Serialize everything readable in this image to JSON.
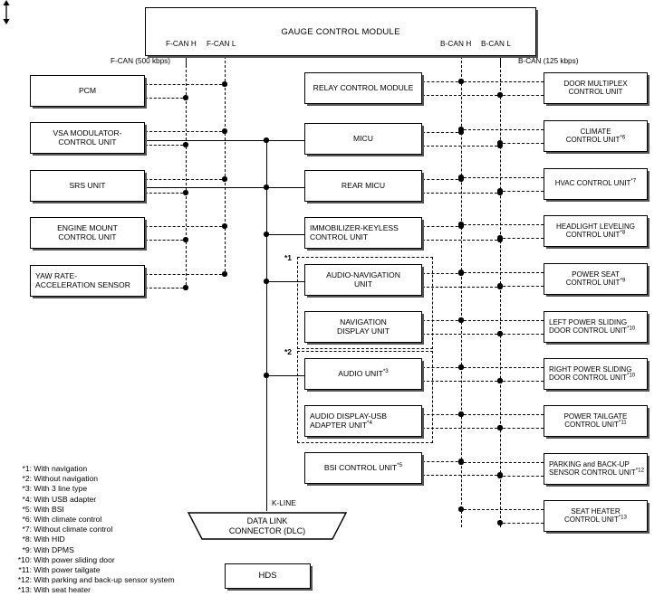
{
  "diagram": {
    "title": "GAUGE CONTROL MODULE",
    "pins": {
      "f_can_h": "F-CAN H",
      "f_can_l": "F-CAN L",
      "b_can_h": "B-CAN H",
      "b_can_l": "B-CAN L"
    },
    "bus_labels": {
      "f_can": "F-CAN (500 kbps)",
      "b_can": "B-CAN (125 kbps)",
      "k_line": "K-LINE"
    },
    "group_marks": {
      "nav": "*1",
      "audio": "*2"
    },
    "left_nodes": [
      {
        "label": "PCM"
      },
      {
        "label": "VSA MODULATOR-\nCONTROL UNIT"
      },
      {
        "label": "SRS UNIT"
      },
      {
        "label": "ENGINE MOUNT\nCONTROL UNIT"
      },
      {
        "label": "YAW RATE-\nACCELERATION SENSOR"
      }
    ],
    "middle_nodes": [
      {
        "label": "RELAY CONTROL MODULE"
      },
      {
        "label": "MICU"
      },
      {
        "label": "REAR MICU"
      },
      {
        "label": "IMMOBILIZER-KEYLESS\nCONTROL UNIT"
      },
      {
        "label": "AUDIO-NAVIGATION\nUNIT"
      },
      {
        "label": "NAVIGATION\nDISPLAY UNIT"
      },
      {
        "label": "AUDIO UNIT*3"
      },
      {
        "label": "AUDIO DISPLAY-USB\nADAPTER UNIT*4"
      },
      {
        "label": "BSI CONTROL UNIT*5"
      }
    ],
    "right_nodes": [
      {
        "label": "DOOR MULTIPLEX\nCONTROL UNIT"
      },
      {
        "label": "CLIMATE\nCONTROL UNIT*6"
      },
      {
        "label": "HVAC CONTROL UNIT*7"
      },
      {
        "label": "HEADLIGHT LEVELING\nCONTROL UNIT*8"
      },
      {
        "label": "POWER SEAT\nCONTROL UNIT*9"
      },
      {
        "label": "LEFT POWER SLIDING\nDOOR CONTROL UNIT*10"
      },
      {
        "label": "RIGHT POWER SLIDING\nDOOR CONTROL UNIT*10"
      },
      {
        "label": "POWER TAILGATE\nCONTROL UNIT*11"
      },
      {
        "label": "PARKING and BACK-UP\nSENSOR CONTROL UNIT*12"
      },
      {
        "label": "SEAT HEATER\nCONTROL UNIT*13"
      }
    ],
    "dlc": {
      "label": "DATA LINK\nCONNECTOR (DLC)"
    },
    "hds": {
      "label": "HDS"
    },
    "footnotes": [
      {
        "key": "*1:",
        "text": "With navigation"
      },
      {
        "key": "*2:",
        "text": "Without navigation"
      },
      {
        "key": "*3:",
        "text": "With 3 line type"
      },
      {
        "key": "*4:",
        "text": "With USB adapter"
      },
      {
        "key": "*5:",
        "text": "With BSI"
      },
      {
        "key": "*6:",
        "text": "With climate control"
      },
      {
        "key": "*7:",
        "text": "Without climate control"
      },
      {
        "key": "*8:",
        "text": "With HID"
      },
      {
        "key": "*9:",
        "text": "With DPMS"
      },
      {
        "key": "*10:",
        "text": "With power sliding door"
      },
      {
        "key": "*11:",
        "text": "With power tailgate"
      },
      {
        "key": "*12:",
        "text": "With parking and back-up sensor system"
      },
      {
        "key": "*13:",
        "text": "With seat heater"
      }
    ]
  }
}
